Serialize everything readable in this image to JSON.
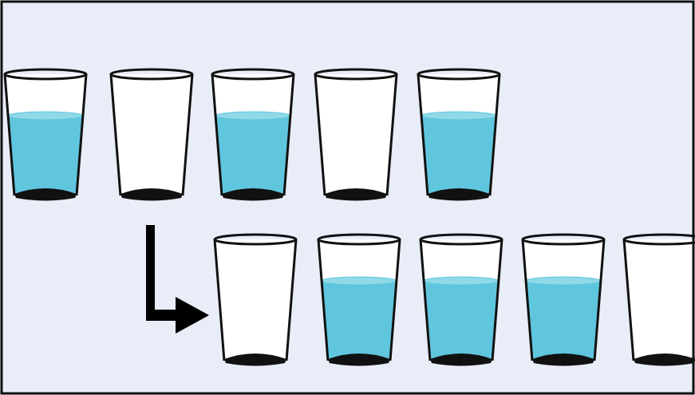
{
  "scene": {
    "background_color": "#e9edf8",
    "frame_color": "#111111",
    "water_color": "#5fc6dd",
    "water_surface_color": "#8fd9e8",
    "glass_outline_color": "#111111",
    "glass_fill_color": "#ffffff",
    "arrow_color": "#000000",
    "arrow_icon": "turn-right-arrow-icon"
  },
  "puzzle": {
    "top_row": [
      {
        "state": "full"
      },
      {
        "state": "empty"
      },
      {
        "state": "full"
      },
      {
        "state": "empty"
      },
      {
        "state": "full"
      }
    ],
    "bottom_row": [
      {
        "state": "empty"
      },
      {
        "state": "full"
      },
      {
        "state": "full"
      },
      {
        "state": "full"
      },
      {
        "state": "empty"
      }
    ]
  }
}
